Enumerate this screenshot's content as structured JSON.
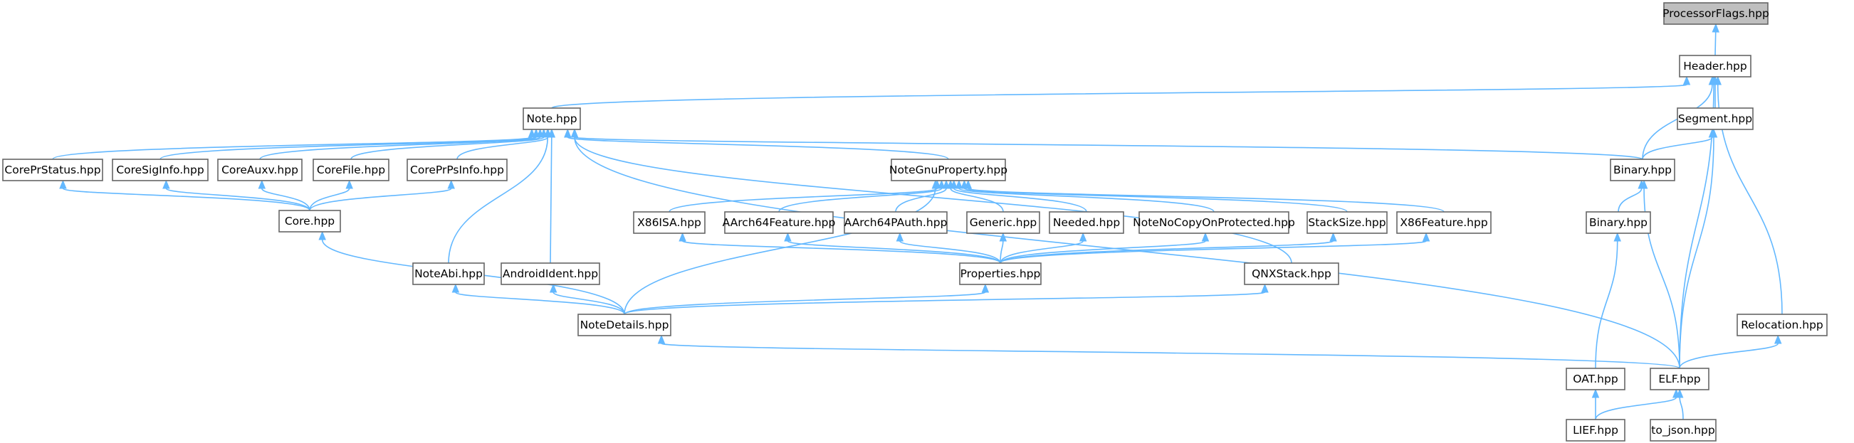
{
  "diagram": {
    "nodes": [
      {
        "id": "processorflags",
        "label": "ProcessorFlags.hpp",
        "root": true
      },
      {
        "id": "header",
        "label": "Header.hpp"
      },
      {
        "id": "note",
        "label": "Note.hpp"
      },
      {
        "id": "segment",
        "label": "Segment.hpp"
      },
      {
        "id": "coreprstatus",
        "label": "CorePrStatus.hpp"
      },
      {
        "id": "coresiginfo",
        "label": "CoreSigInfo.hpp"
      },
      {
        "id": "coreauxv",
        "label": "CoreAuxv.hpp"
      },
      {
        "id": "corefile",
        "label": "CoreFile.hpp"
      },
      {
        "id": "coreprpsinfo",
        "label": "CorePrPsInfo.hpp"
      },
      {
        "id": "notegnuproperty",
        "label": "NoteGnuProperty.hpp"
      },
      {
        "id": "binary_elf",
        "label": "Binary.hpp"
      },
      {
        "id": "core",
        "label": "Core.hpp"
      },
      {
        "id": "x86isa",
        "label": "X86ISA.hpp"
      },
      {
        "id": "aarch64feature",
        "label": "AArch64Feature.hpp"
      },
      {
        "id": "aarch64pauth",
        "label": "AArch64PAuth.hpp"
      },
      {
        "id": "generic",
        "label": "Generic.hpp"
      },
      {
        "id": "needed",
        "label": "Needed.hpp"
      },
      {
        "id": "notenocopy",
        "label": "NoteNoCopyOnProtected.hpp"
      },
      {
        "id": "stacksize",
        "label": "StackSize.hpp"
      },
      {
        "id": "x86feature",
        "label": "X86Feature.hpp"
      },
      {
        "id": "binary_oat",
        "label": "Binary.hpp"
      },
      {
        "id": "noteabi",
        "label": "NoteAbi.hpp"
      },
      {
        "id": "androidident",
        "label": "AndroidIdent.hpp"
      },
      {
        "id": "properties",
        "label": "Properties.hpp"
      },
      {
        "id": "qnxstack",
        "label": "QNXStack.hpp"
      },
      {
        "id": "notedetails",
        "label": "NoteDetails.hpp"
      },
      {
        "id": "relocation",
        "label": "Relocation.hpp"
      },
      {
        "id": "oat",
        "label": "OAT.hpp"
      },
      {
        "id": "elf",
        "label": "ELF.hpp"
      },
      {
        "id": "lief",
        "label": "LIEF.hpp"
      },
      {
        "id": "tojson",
        "label": "to_json.hpp"
      }
    ],
    "edges": [
      {
        "from": "header",
        "to": "processorflags"
      },
      {
        "from": "note",
        "to": "header"
      },
      {
        "from": "segment",
        "to": "header"
      },
      {
        "from": "binary_elf",
        "to": "header"
      },
      {
        "from": "relocation",
        "to": "header"
      },
      {
        "from": "elf",
        "to": "header"
      },
      {
        "from": "coreprstatus",
        "to": "note"
      },
      {
        "from": "coresiginfo",
        "to": "note"
      },
      {
        "from": "coreauxv",
        "to": "note"
      },
      {
        "from": "corefile",
        "to": "note"
      },
      {
        "from": "coreprpsinfo",
        "to": "note"
      },
      {
        "from": "notegnuproperty",
        "to": "note"
      },
      {
        "from": "binary_elf",
        "to": "note"
      },
      {
        "from": "noteabi",
        "to": "note"
      },
      {
        "from": "androidident",
        "to": "note"
      },
      {
        "from": "qnxstack",
        "to": "note"
      },
      {
        "from": "elf",
        "to": "note"
      },
      {
        "from": "binary_elf",
        "to": "segment"
      },
      {
        "from": "elf",
        "to": "segment"
      },
      {
        "from": "core",
        "to": "coreprstatus"
      },
      {
        "from": "core",
        "to": "coresiginfo"
      },
      {
        "from": "core",
        "to": "coreauxv"
      },
      {
        "from": "core",
        "to": "corefile"
      },
      {
        "from": "core",
        "to": "coreprpsinfo"
      },
      {
        "from": "x86isa",
        "to": "notegnuproperty"
      },
      {
        "from": "aarch64feature",
        "to": "notegnuproperty"
      },
      {
        "from": "aarch64pauth",
        "to": "notegnuproperty"
      },
      {
        "from": "generic",
        "to": "notegnuproperty"
      },
      {
        "from": "needed",
        "to": "notegnuproperty"
      },
      {
        "from": "notenocopy",
        "to": "notegnuproperty"
      },
      {
        "from": "stacksize",
        "to": "notegnuproperty"
      },
      {
        "from": "x86feature",
        "to": "notegnuproperty"
      },
      {
        "from": "notedetails",
        "to": "notegnuproperty"
      },
      {
        "from": "binary_oat",
        "to": "binary_elf"
      },
      {
        "from": "elf",
        "to": "binary_elf"
      },
      {
        "from": "notedetails",
        "to": "core"
      },
      {
        "from": "properties",
        "to": "x86isa"
      },
      {
        "from": "properties",
        "to": "aarch64feature"
      },
      {
        "from": "properties",
        "to": "aarch64pauth"
      },
      {
        "from": "properties",
        "to": "generic"
      },
      {
        "from": "properties",
        "to": "needed"
      },
      {
        "from": "properties",
        "to": "notenocopy"
      },
      {
        "from": "properties",
        "to": "stacksize"
      },
      {
        "from": "properties",
        "to": "x86feature"
      },
      {
        "from": "oat",
        "to": "binary_oat"
      },
      {
        "from": "notedetails",
        "to": "noteabi"
      },
      {
        "from": "notedetails",
        "to": "androidident"
      },
      {
        "from": "notedetails",
        "to": "properties"
      },
      {
        "from": "notedetails",
        "to": "qnxstack"
      },
      {
        "from": "elf",
        "to": "notedetails"
      },
      {
        "from": "elf",
        "to": "relocation"
      },
      {
        "from": "lief",
        "to": "oat"
      },
      {
        "from": "lief",
        "to": "elf"
      },
      {
        "from": "tojson",
        "to": "elf"
      }
    ]
  },
  "colors": {
    "edge": "#63b8ff",
    "node_border": "#666666",
    "root_fill": "#bfbfbf"
  }
}
